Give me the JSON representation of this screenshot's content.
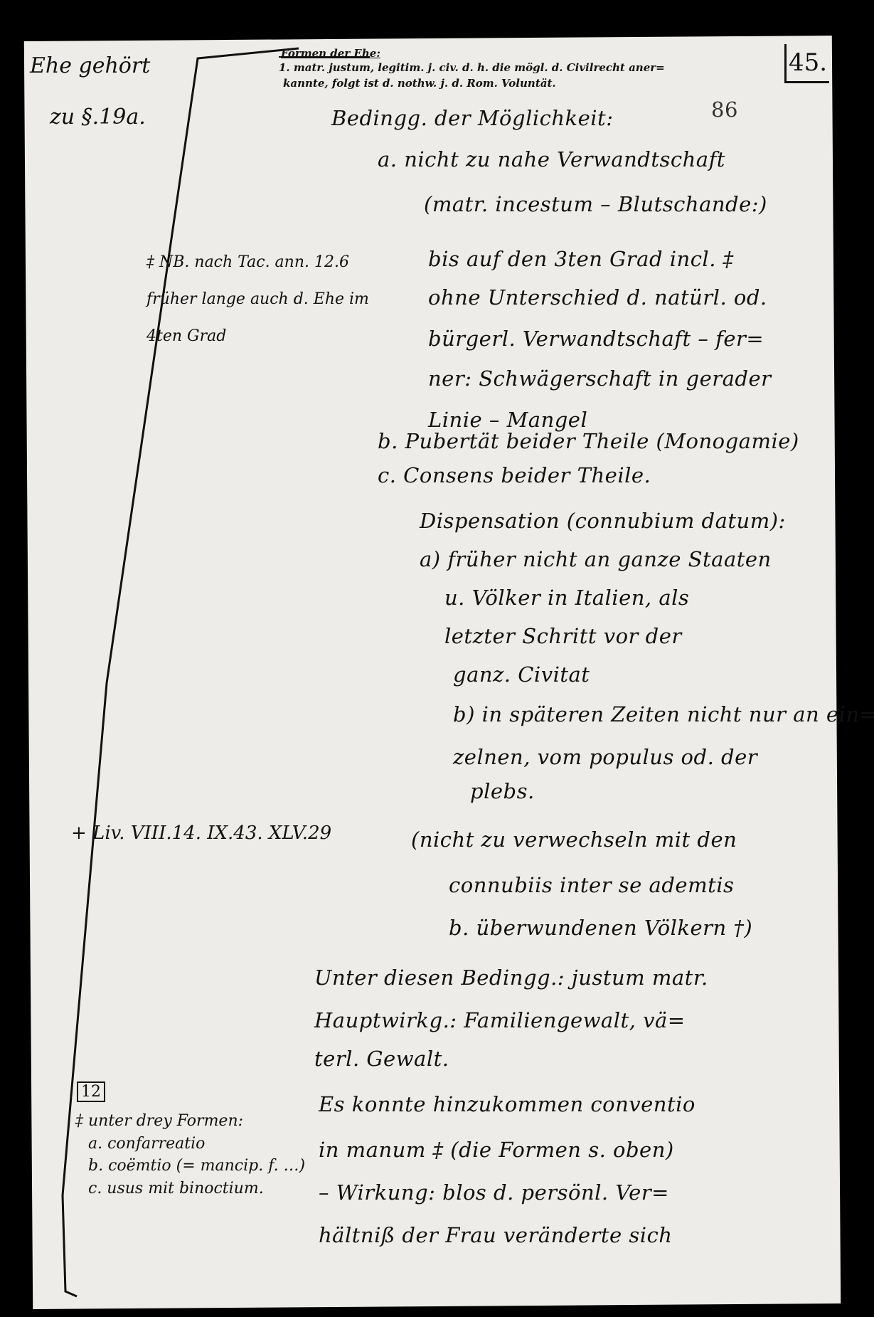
{
  "page_number": "45.",
  "folio_number": "86",
  "margin": {
    "heading_line1": "Ehe gehört",
    "heading_line2": "zu §.19a.",
    "note_nb": [
      "‡ NB. nach Tac. ann. 12.6",
      "früher lange auch d. Ehe im",
      "4ten Grad"
    ],
    "note_livy": "+ Liv. VIII.14. IX.43. XLV.29",
    "box_number": "12",
    "forms": [
      "‡ unter drey Formen:",
      "a. confarreatio",
      "b. coëmtio (= mancip. f. …)",
      "c. usus mit binoctium."
    ]
  },
  "header": {
    "title": "Formen der Ehe:",
    "line1": "1. matr. justum, legitim. j. civ. d. h. die mögl. d. Civilrecht aner=",
    "line2": "kannte, folgt ist d. nothw. j. d. Rom. Voluntät."
  },
  "body": [
    "Bedingg. der Möglichkeit:",
    "a. nicht zu nahe Verwandtschaft",
    "(matr. incestum – Blutschande:)",
    "bis auf den 3ten Grad incl. ‡",
    "ohne Unterschied d. natürl. od.",
    "bürgerl. Verwandtschaft – fer=",
    "ner: Schwägerschaft in gerader",
    "Linie – Mangel",
    "b. Pubertät beider Theile (Monogamie)",
    "c. Consens beider Theile.",
    "Dispensation (connubium datum):",
    "a) früher nicht an ganze Staaten",
    "u. Völker in Italien, als",
    "letzter Schritt vor der",
    "ganz. Civitat",
    "b) in späteren Zeiten nicht nur an ein=",
    "zelnen, vom populus od. der",
    "plebs.",
    "(nicht zu verwechseln mit den",
    "connubiis inter se ademtis",
    "b. überwundenen Völkern †)",
    "Unter diesen Bedingg.: justum matr.",
    "Hauptwirkg.: Familiengewalt, vä=",
    "terl. Gewalt.",
    "Es konnte hinzukommen conventio",
    "in manum ‡ (die Formen s. oben)",
    "– Wirkung: blos d. persönl. Ver=",
    "hältniß der Frau veränderte sich"
  ]
}
